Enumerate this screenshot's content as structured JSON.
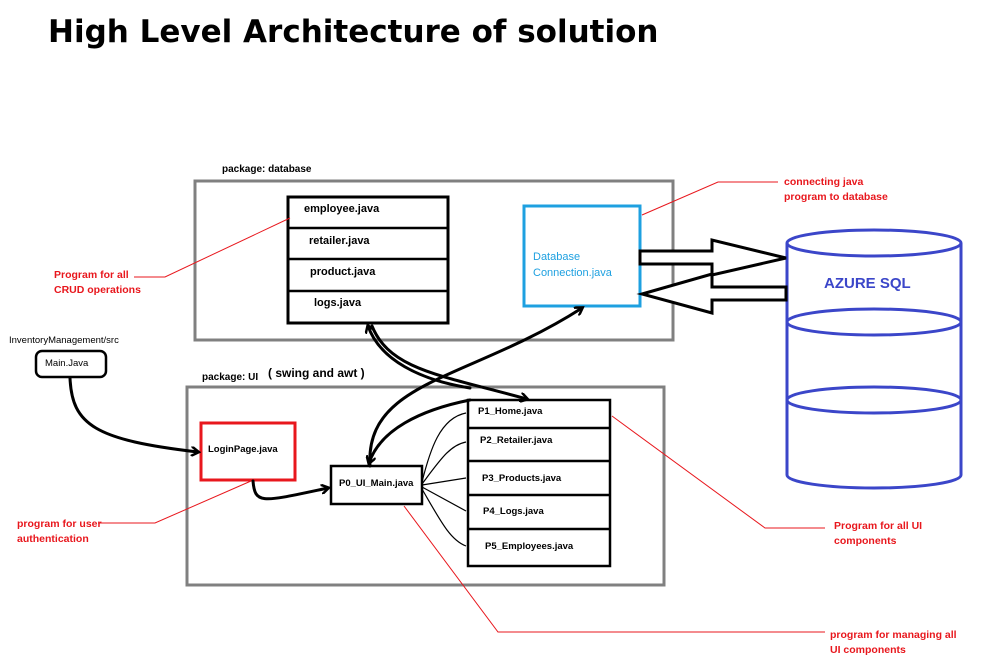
{
  "title": "High Level Architecture of solution",
  "packages": {
    "database": "package: database",
    "ui": "package: UI",
    "ui_note": "( swing and awt )"
  },
  "database_files": [
    "employee.java",
    "retailer.java",
    "product.java",
    "logs.java"
  ],
  "db_connection": "Database Connection.java",
  "azure": "AZURE SQL",
  "src_path": "InventoryManagement/src",
  "main_file": "Main.Java",
  "login_file": "LoginPage.java",
  "ui_main_file": "P0_UI_Main.java",
  "ui_pages": [
    "P1_Home.java",
    "P2_Retailer.java",
    "P3_Products.java",
    "P4_Logs.java",
    "P5_Employees.java"
  ],
  "annotations": {
    "crud": "Program for all CRUD operations",
    "connecting": "connecting java program to database",
    "auth": "program for user authentication",
    "ui_components": "Program for all UI components",
    "managing": "program for managing all UI components"
  },
  "colors": {
    "annotation": "#e8171d",
    "db_connection": "#1ea0e0",
    "azure": "#3b46c9",
    "package_border": "#808080"
  }
}
